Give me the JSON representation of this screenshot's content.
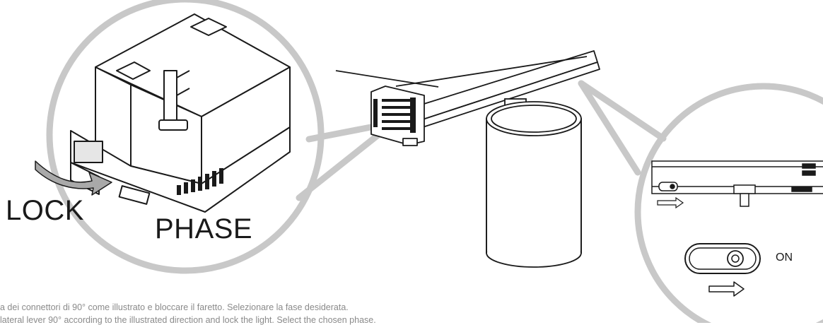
{
  "labels": {
    "lock": "LOCK",
    "phase": "PHASE",
    "on": "ON"
  },
  "captions": {
    "italian": "a dei connettori di 90° come illustrato e bloccare il faretto. Selezionare la fase desiderata.",
    "english": "lateral lever 90° according to the illustrated direction and lock the light. Select the chosen phase."
  },
  "colors": {
    "line": "#1a1a1a",
    "callout": "#c8c8c8",
    "arrow_fill": "#a9a9a9",
    "caption": "#8a8a8a"
  }
}
